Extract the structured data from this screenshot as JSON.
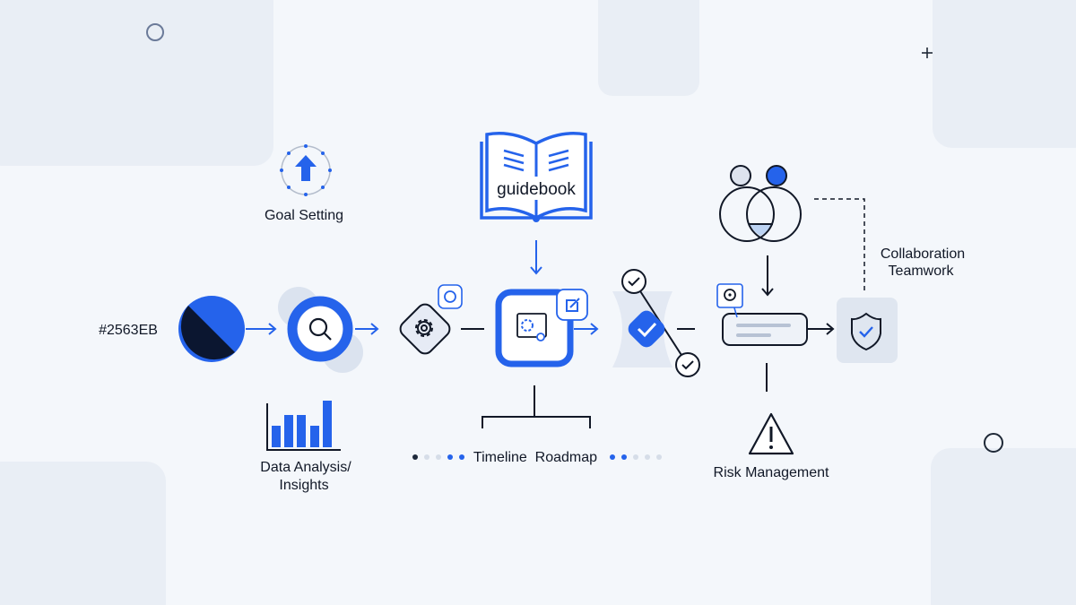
{
  "colors": {
    "accent": "#2563EB",
    "dark": "#0B1630",
    "panel": "#E8EDF4",
    "light_fill": "#DCE4F0"
  },
  "nodes": {
    "color_swatch": {
      "label": "#2563EB",
      "icon": "half-pie-icon"
    },
    "goal": {
      "label": "Goal Setting",
      "icon": "arrow-up-icon"
    },
    "analysis": {
      "label_line1": "Data Analysis/",
      "label_line2": "Insights",
      "icon": "bar-chart-icon"
    },
    "search": {
      "icon": "magnifier-icon"
    },
    "settings": {
      "icon": "gear-icon"
    },
    "guidebook": {
      "label": "guidebook",
      "icon": "open-book-icon"
    },
    "workspace": {
      "icon": "gear-search-icon",
      "badge_icon": "edit-icon"
    },
    "timeline": {
      "label": "Timeline  Roadmap"
    },
    "approval": {
      "icon": "check-icon"
    },
    "task": {
      "icon": "card-icon",
      "badge_icon": "target-icon"
    },
    "collaboration": {
      "label_line1": "Collaboration",
      "label_line2": "Teamwork",
      "icon": "people-venn-icon"
    },
    "security": {
      "icon": "shield-check-icon"
    },
    "risk": {
      "label": "Risk Management",
      "icon": "warning-icon"
    }
  }
}
